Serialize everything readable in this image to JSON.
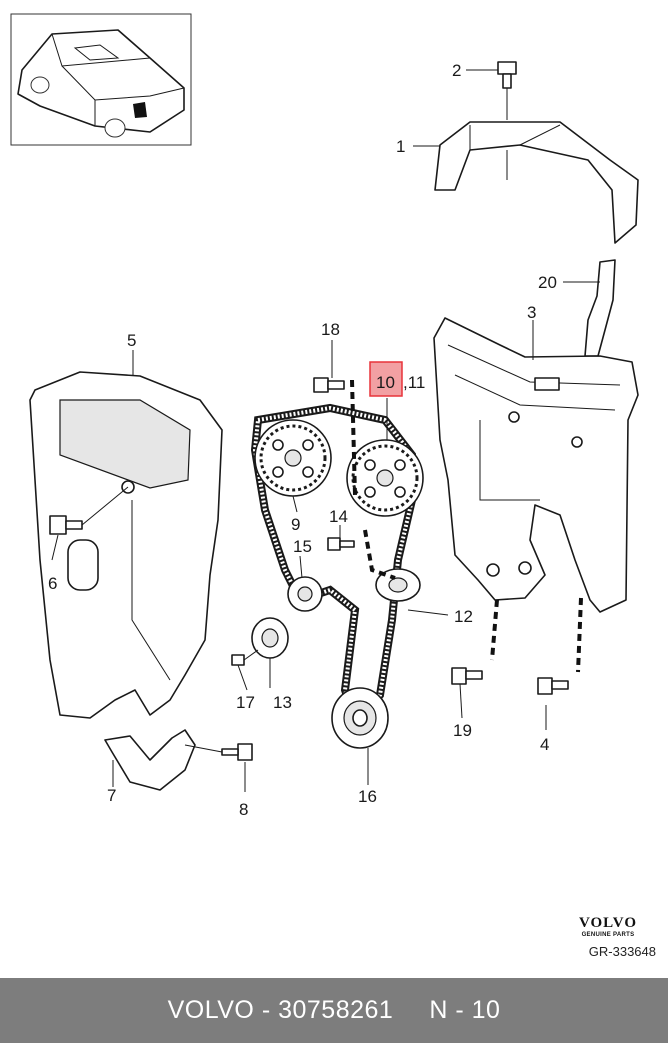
{
  "callouts": {
    "p1": "1",
    "p2": "2",
    "p3": "3",
    "p4": "4",
    "p5": "5",
    "p6": "6",
    "p7": "7",
    "p8": "8",
    "p9": "9",
    "p10": "10",
    "p11": ",11",
    "p12": "12",
    "p13": "13",
    "p14": "14",
    "p15": "15",
    "p16": "16",
    "p17": "17",
    "p18": "18",
    "p19": "19",
    "p20": "20"
  },
  "highlight": {
    "part": "10",
    "color": "#e8333a"
  },
  "brand": {
    "logo": "VOLVO",
    "subtitle": "GENUINE PARTS",
    "reference": "GR-333648"
  },
  "footer": {
    "brand": "VOLVO - 30758261",
    "code": "N - 10",
    "background": "#7d7d7d"
  }
}
